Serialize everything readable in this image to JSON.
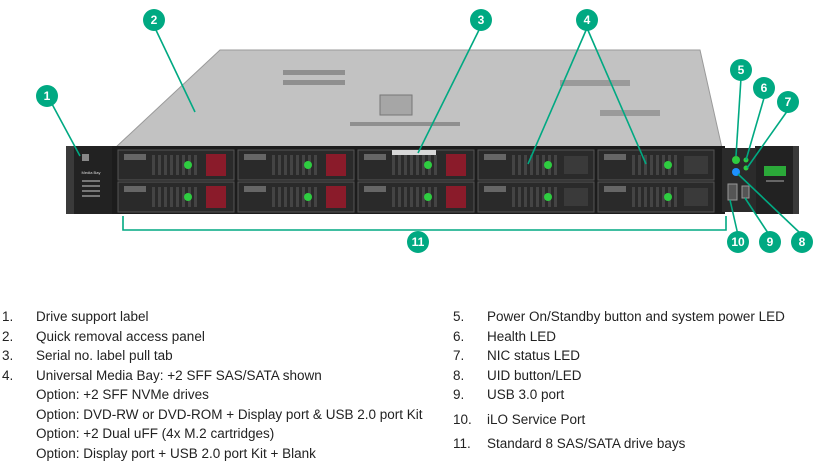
{
  "diagram": {
    "colors": {
      "callout": "#00a982",
      "chassis_top": "#bcbcbc",
      "front_bezel": "#1c1c1c",
      "drive_tray": "#2a2a2a",
      "drive_label": "#8a1b2a",
      "led_green": "#2ecc40"
    },
    "callouts": [
      "1",
      "2",
      "3",
      "4",
      "4",
      "5",
      "6",
      "7",
      "8",
      "9",
      "10",
      "11"
    ],
    "ear_label": "Media Bay"
  },
  "legend": {
    "left": [
      {
        "num": "1.",
        "text": "Drive support label"
      },
      {
        "num": "2.",
        "text": "Quick removal access panel"
      },
      {
        "num": "3.",
        "text": "Serial no. label pull tab"
      },
      {
        "num": "4.",
        "text": "Universal Media Bay: +2 SFF SAS/SATA shown",
        "sub": [
          "Option: +2 SFF NVMe drives",
          "Option: DVD-RW or DVD-ROM + Display port & USB 2.0 port Kit",
          "Option: +2 Dual uFF (4x M.2 cartridges)",
          "Option: Display port + USB 2.0 port Kit + Blank"
        ]
      }
    ],
    "right": [
      {
        "num": "5.",
        "text": "Power On/Standby button and system power LED"
      },
      {
        "num": "6.",
        "text": "Health LED"
      },
      {
        "num": "7.",
        "text": "NIC status LED"
      },
      {
        "num": "8.",
        "text": "UID button/LED"
      },
      {
        "num": "9.",
        "text": "USB 3.0 port"
      },
      {
        "num": "10.",
        "text": "iLO Service Port"
      },
      {
        "num": "11.",
        "text": "Standard 8 SAS/SATA drive bays"
      }
    ]
  }
}
